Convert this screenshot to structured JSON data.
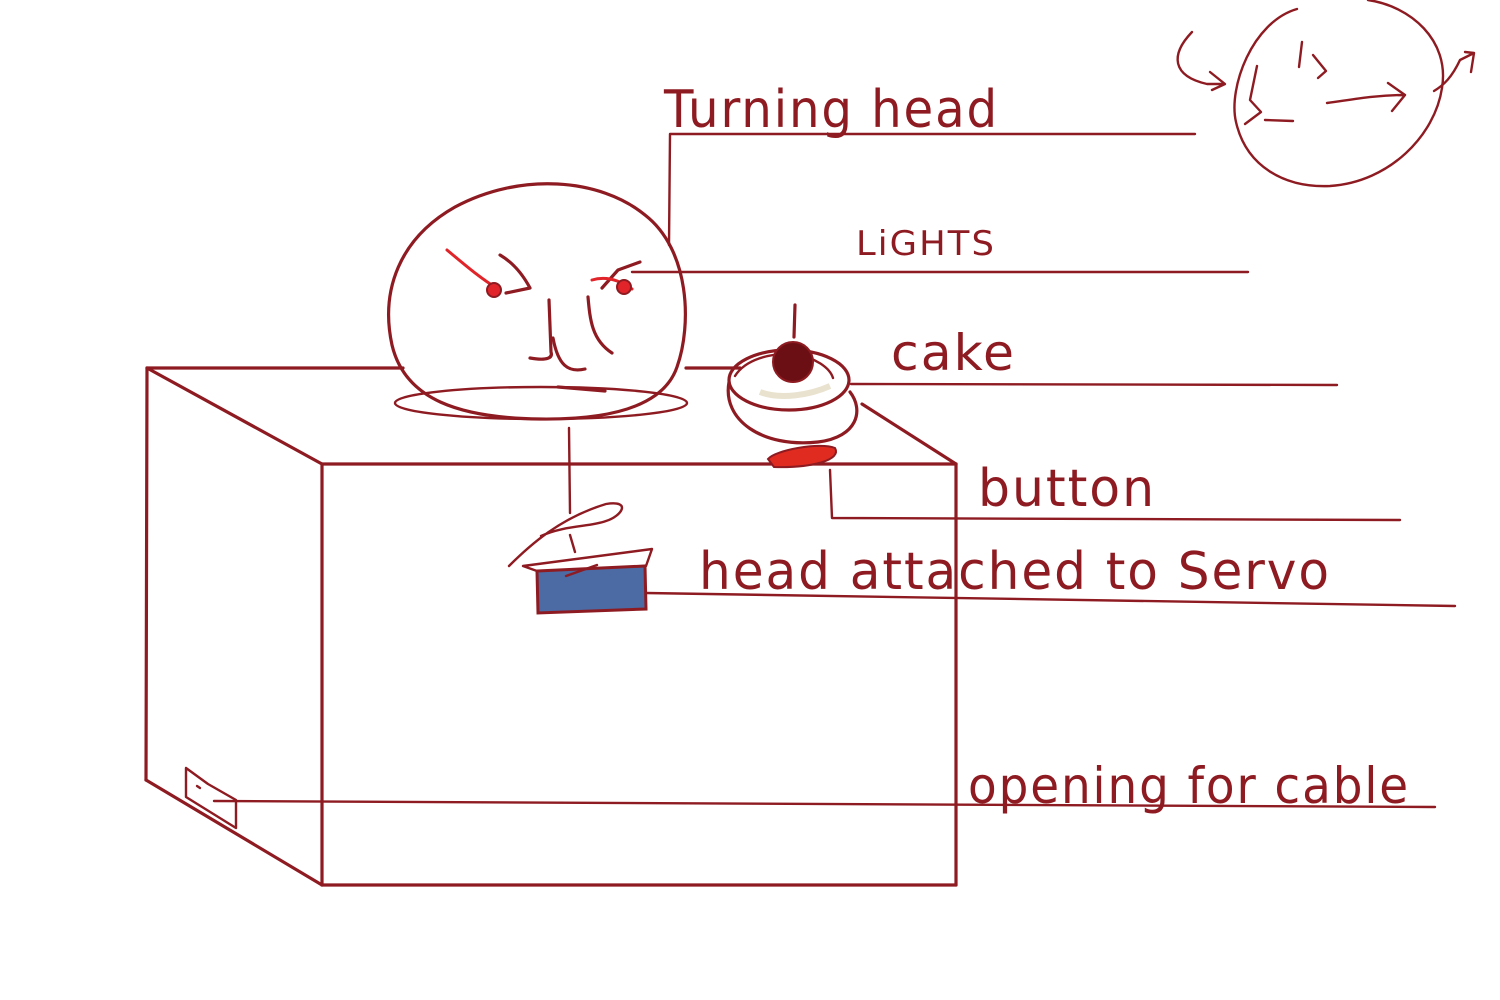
{
  "labels": {
    "turning_head": "Turning head",
    "lights": "LiGHTS",
    "cake": "cake",
    "button": "button",
    "servo": "head attached to Servo",
    "cable_opening": "opening for cable"
  },
  "colors": {
    "ink": "#8e1b21",
    "head_fill": "#fde6a8",
    "servo_fill": "#4c6aa3",
    "button_fill": "#e02b20",
    "eye_light": "#e0242a"
  }
}
